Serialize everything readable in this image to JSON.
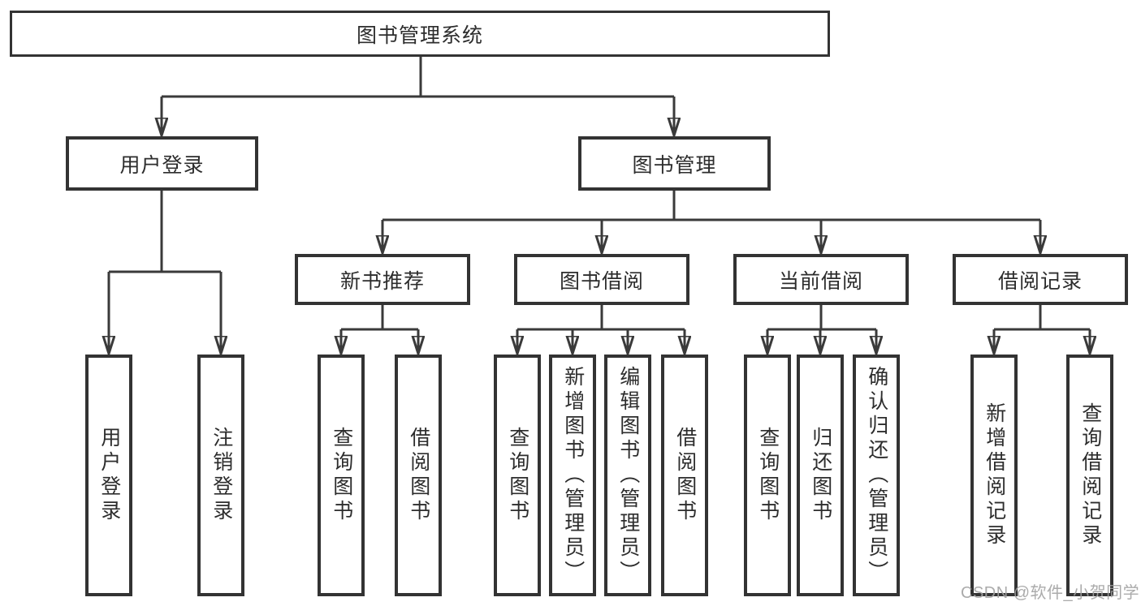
{
  "tree": {
    "root": "图书管理系统",
    "children": [
      {
        "label": "用户登录",
        "children": [
          {
            "label": "用户登录"
          },
          {
            "label": "注销登录"
          }
        ]
      },
      {
        "label": "图书管理",
        "children": [
          {
            "label": "新书推荐",
            "children": [
              {
                "label": "查询图书"
              },
              {
                "label": "借阅图书"
              }
            ]
          },
          {
            "label": "图书借阅",
            "children": [
              {
                "label": "查询图书"
              },
              {
                "label": "新增图书（管理员）"
              },
              {
                "label": "编辑图书（管理员）"
              },
              {
                "label": "借阅图书"
              }
            ]
          },
          {
            "label": "当前借阅",
            "children": [
              {
                "label": "查询图书"
              },
              {
                "label": "归还图书"
              },
              {
                "label": "确认归还（管理员）"
              }
            ]
          },
          {
            "label": "借阅记录",
            "children": [
              {
                "label": "新增借阅记录"
              },
              {
                "label": "查询借阅记录"
              }
            ]
          }
        ]
      }
    ]
  },
  "watermark": "CSDN @软件_小贺同学",
  "colors": {
    "line": "#3a3a3a",
    "border": "#333333",
    "text": "#2d2d2d",
    "watermark": "#a2a2a2"
  }
}
